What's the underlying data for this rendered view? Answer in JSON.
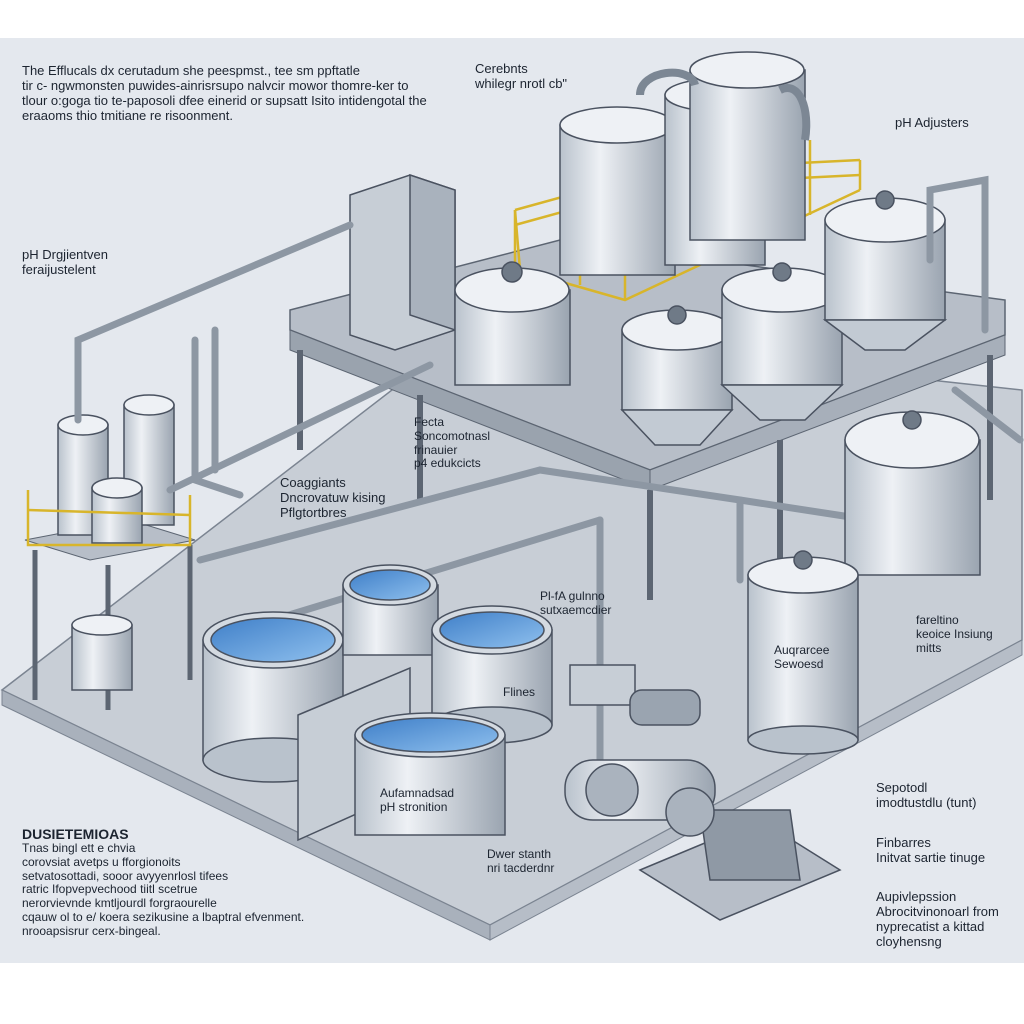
{
  "colors": {
    "background": "#e4e8ee",
    "floor": "#c6ccd4",
    "steel": "#d7dde4",
    "steel_dark": "#98a2ae",
    "outline": "#4a5260",
    "water": "#4f8fd2",
    "railing": "#e6c43a",
    "ink": "#1c2430"
  },
  "icons": [
    "tank-icon",
    "pump-icon",
    "valve-icon",
    "pipe-icon",
    "railing-icon"
  ],
  "intro": {
    "line1": "The Efflucals  dx cerutadum she peespmst., tee sm ppftatle",
    "line2": "tir c- ngwmonsten puwides-ainrisrsupo nalvcir mowor thomre-ker to",
    "line3": "tlour o:goga tio te-paposoli dfee einerid or supsatt Isito intidengotal the",
    "line4": "eraaoms thio tmitiane re risoonment."
  },
  "labels": {
    "centrifuge": [
      "Cerebnts",
      "whilegr nrotl cb\""
    ],
    "ph_adjusters": [
      "pH Adjusters"
    ],
    "ph_left": [
      "pH Drgjientven",
      "feraijustelent"
    ],
    "coagulants": [
      "Coaggiants",
      "Dncrovatuw kising",
      "Pflgtortbres"
    ],
    "center_mix": [
      "Fecta",
      "Soncomotnasl",
      "frinauier",
      "p4 edukcicts"
    ],
    "ph_mid": [
      "Pl-fA gulnno",
      "sutxaemcdier"
    ],
    "right_tank_side": [
      "fareltino",
      "keoice Insiung",
      "mitts"
    ],
    "right_vessel": [
      "Auqrarcee",
      "Sewoesd"
    ],
    "filter_box": [
      "Flines"
    ],
    "basin": [
      "Aufamnadsad",
      "pH stronition"
    ],
    "pump": [
      "Dwer stanth",
      "nri tacderdnr"
    ],
    "separator": [
      "Sepotodl",
      "imodtustdlu (tunt)"
    ],
    "filtration": [
      "Finbarres",
      "Initvat sartie tinuge"
    ],
    "aupilvepssion": [
      "Aupivlepssion",
      "Abrocitvinonoarl from",
      "nyprecatist a kittad",
      "cloyhensng"
    ]
  },
  "notes": {
    "title": "DUSIETEMIOAS",
    "lines": [
      "Tnas bingl ett e chvia",
      "corovsiat avetps u fforgionoits",
      "setvatosottadi, sooor avyyenrlosl tifees",
      "ratric Ifopvepvechood tiitl scetrue",
      "nerorvievnde kmtljourdl forgraourelle",
      "cqauw ol to e/ koera sezikusine a lbaptral efvenment.",
      "nrooapsisrur cerx-bingeal."
    ]
  }
}
